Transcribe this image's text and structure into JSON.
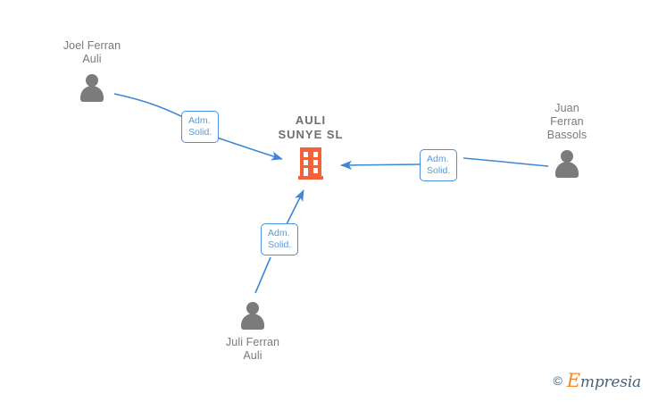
{
  "diagram": {
    "type": "corporate-relationship-graph",
    "background_color": "#ffffff",
    "edge_color": "#4a8fe0",
    "company_color": "#f4623a",
    "person_color": "#7b7b7b",
    "text_color": "#7a7a7a"
  },
  "company": {
    "name": "AULI\nSUNYE  SL",
    "icon": "building-icon"
  },
  "people": [
    {
      "id": "joel",
      "name": "Joel Ferran\nAuli",
      "icon": "person-icon"
    },
    {
      "id": "juan",
      "name": "Juan\nFerran\nBassols",
      "icon": "person-icon"
    },
    {
      "id": "juli",
      "name": "Juli Ferran\nAuli",
      "icon": "person-icon"
    }
  ],
  "relations": [
    {
      "id": "rel-joel",
      "from": "joel",
      "to": "company",
      "label": "Adm.\nSolid."
    },
    {
      "id": "rel-juan",
      "from": "juan",
      "to": "company",
      "label": "Adm.\nSolid."
    },
    {
      "id": "rel-juli",
      "from": "juli",
      "to": "company",
      "label": "Adm.\nSolid."
    }
  ],
  "watermark": {
    "copyright": "©",
    "brand_initial": "E",
    "brand_rest": "mpresia"
  }
}
